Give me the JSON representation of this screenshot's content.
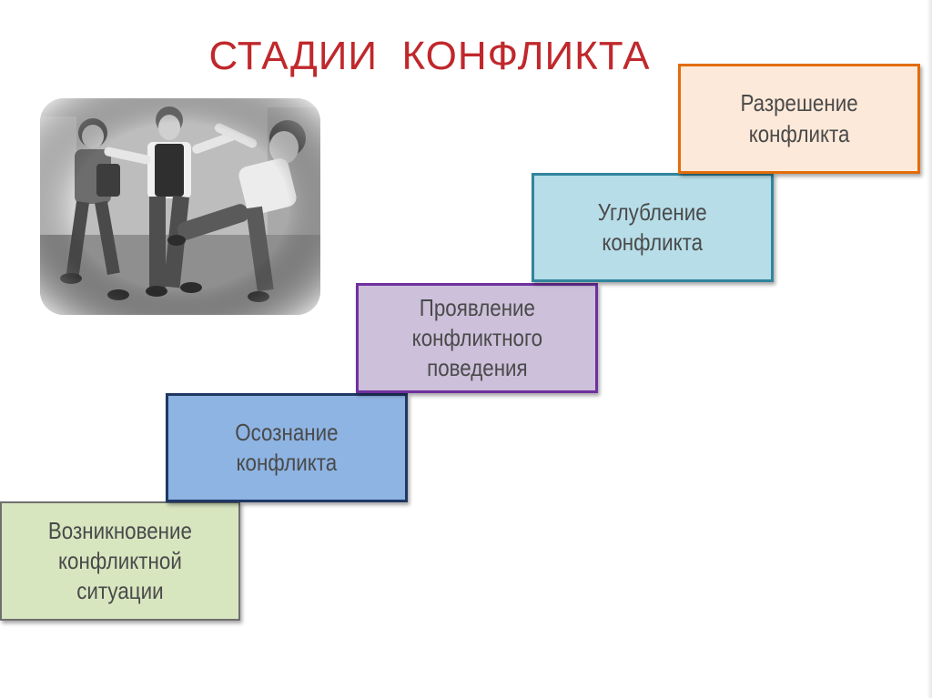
{
  "slide": {
    "title": "СТАДИИ  КОНФЛИКТА"
  },
  "photo": {
    "icon": "children-fighting-photo",
    "description_shown": false
  },
  "stages": [
    {
      "label": "Возникновение\nконфликтной\nситуации",
      "fill": "#d8e6c0",
      "border": "#6f6f6f"
    },
    {
      "label": "Осознание\nконфликта",
      "fill": "#8eb4e3",
      "border": "#1f3864"
    },
    {
      "label": "Проявление\nконфликтного\nповедения",
      "fill": "#ccc0da",
      "border": "#7030a0"
    },
    {
      "label": "Углубление\nконфликта",
      "fill": "#b7dee8",
      "border": "#31859c"
    },
    {
      "label": "Разрешение\nконфликта",
      "fill": "#fde9d9",
      "border": "#e36c09"
    }
  ],
  "colors": {
    "title": "#c0282c",
    "text": "#4a4a4a"
  }
}
